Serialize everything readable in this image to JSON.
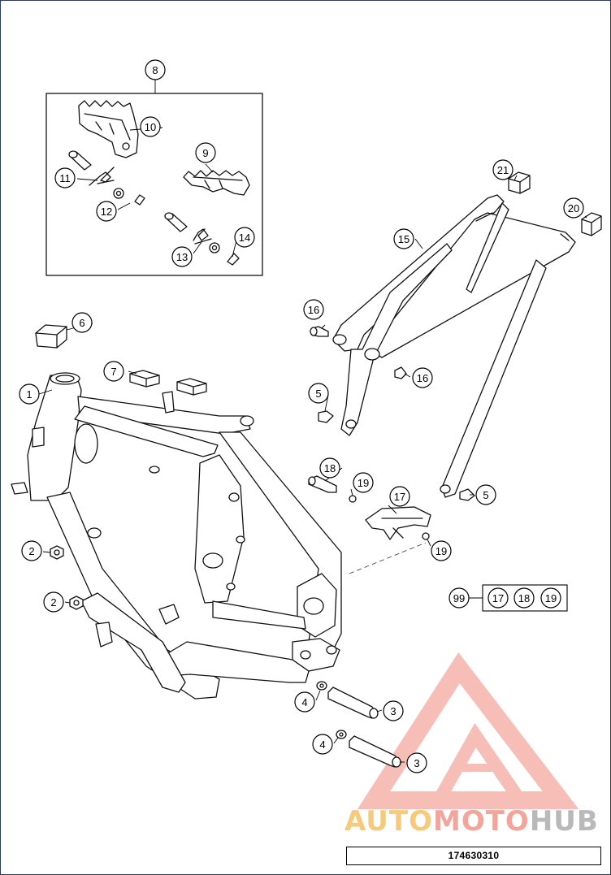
{
  "callouts": [
    {
      "id": "callout-8",
      "label": "8"
    },
    {
      "id": "callout-10",
      "label": "10"
    },
    {
      "id": "callout-11",
      "label": "11"
    },
    {
      "id": "callout-9",
      "label": "9"
    },
    {
      "id": "callout-12",
      "label": "12"
    },
    {
      "id": "callout-14",
      "label": "14"
    },
    {
      "id": "callout-13",
      "label": "13"
    },
    {
      "id": "callout-21",
      "label": "21"
    },
    {
      "id": "callout-20",
      "label": "20"
    },
    {
      "id": "callout-15",
      "label": "15"
    },
    {
      "id": "callout-6",
      "label": "6"
    },
    {
      "id": "callout-16a",
      "label": "16"
    },
    {
      "id": "callout-7",
      "label": "7"
    },
    {
      "id": "callout-16b",
      "label": "16"
    },
    {
      "id": "callout-1",
      "label": "1"
    },
    {
      "id": "callout-5a",
      "label": "5"
    },
    {
      "id": "callout-18",
      "label": "18"
    },
    {
      "id": "callout-19a",
      "label": "19"
    },
    {
      "id": "callout-17",
      "label": "17"
    },
    {
      "id": "callout-5b",
      "label": "5"
    },
    {
      "id": "callout-2a",
      "label": "2"
    },
    {
      "id": "callout-19b",
      "label": "19"
    },
    {
      "id": "callout-99",
      "label": "99"
    },
    {
      "id": "callout-99-17",
      "label": "17"
    },
    {
      "id": "callout-99-18",
      "label": "18"
    },
    {
      "id": "callout-99-19",
      "label": "19"
    },
    {
      "id": "callout-2b",
      "label": "2"
    },
    {
      "id": "callout-4a",
      "label": "4"
    },
    {
      "id": "callout-3a",
      "label": "3"
    },
    {
      "id": "callout-4b",
      "label": "4"
    },
    {
      "id": "callout-3b",
      "label": "3"
    }
  ],
  "footer": {
    "part_number": "174630310"
  },
  "watermark": {
    "auto": "AUTO",
    "moto": "MOTO",
    "hub": "HUB",
    "logo_color": "#f4a39a"
  }
}
